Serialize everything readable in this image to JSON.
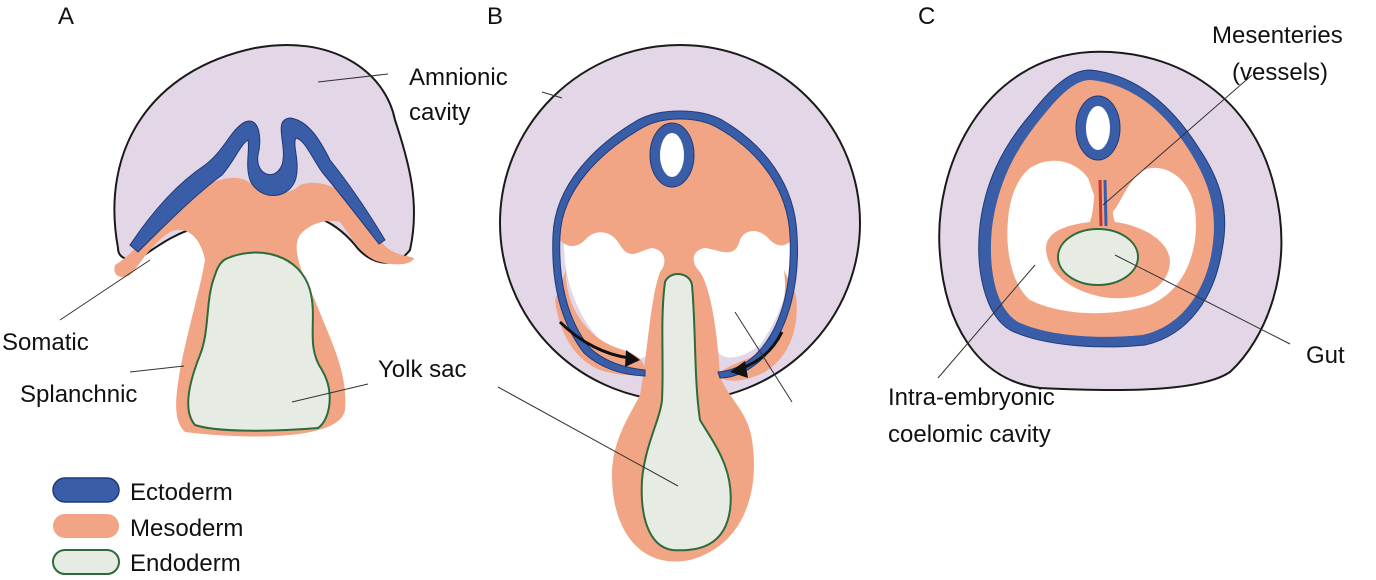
{
  "colors": {
    "amnion": "#e3d6e6",
    "ectoderm": "#3a5da8",
    "ectoderm_edge": "#1f3a7a",
    "mesoderm": "#f2a585",
    "endoderm_fill": "#e6ece4",
    "endoderm_edge": "#2e6b3a",
    "vessel_red": "#c0392b",
    "vessel_blue": "#3a5da8",
    "white": "#ffffff",
    "text": "#111111"
  },
  "panels": {
    "a": {
      "label": "A"
    },
    "b": {
      "label": "B"
    },
    "c": {
      "label": "C"
    }
  },
  "labels": {
    "amnionic_line1": "Amnionic",
    "amnionic_line2": "cavity",
    "somatic": "Somatic",
    "splanchnic": "Splanchnic",
    "yolk_sac": "Yolk sac",
    "mesenteries_line1": "Mesenteries",
    "mesenteries_line2": "(vessels)",
    "gut": "Gut",
    "intra_line1": "Intra-embryonic",
    "intra_line2": "coelomic cavity"
  },
  "legend": {
    "items": [
      {
        "label": "Ectoderm",
        "swatch": "ectoderm"
      },
      {
        "label": "Mesoderm",
        "swatch": "mesoderm"
      },
      {
        "label": "Endoderm",
        "swatch": "endoderm"
      }
    ]
  }
}
